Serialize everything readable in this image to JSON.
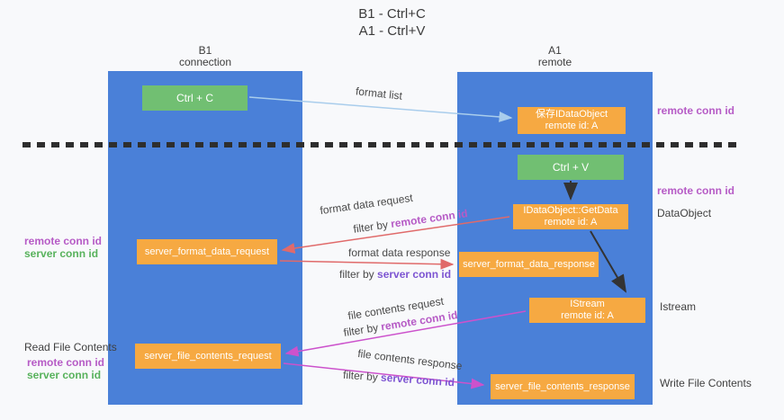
{
  "title": {
    "line1": "B1 - Ctrl+C",
    "line2": "A1 - Ctrl+V"
  },
  "lifelines": {
    "left": {
      "name": "B1",
      "role": "connection"
    },
    "right": {
      "name": "A1",
      "role": "remote"
    }
  },
  "nodes": {
    "ctrl_c": "Ctrl + C",
    "ctrl_v": "Ctrl + V",
    "save_dataobject": {
      "line1": "保存IDataObject",
      "line2": "remote id: A"
    },
    "getdata": {
      "line1": "IDataObject::GetData",
      "line2": "remote id: A"
    },
    "istream": {
      "line1": "IStream",
      "line2": "remote id: A"
    },
    "format_request": "server_format_data_request",
    "format_response": "server_format_data_response",
    "file_request": "server_file_contents_request",
    "file_response": "server_file_contents_response"
  },
  "arrow_labels": {
    "format_list": "format list",
    "format_data_request": "format data request",
    "format_data_response": "format data response",
    "file_contents_request": "file contents request",
    "file_contents_response": "file contents response",
    "filter_by": "filter by"
  },
  "terms": {
    "remote_conn_id": "remote conn id",
    "server_conn_id": "server conn id"
  },
  "margin_labels": {
    "read_file_contents": "Read File Contents",
    "dataobject": "DataObject",
    "istream": "Istream",
    "write_file_contents": "Write File Contents"
  },
  "colors": {
    "lifeline_blue": "#4a80d8",
    "box_green": "#71bf72",
    "box_orange": "#f6a942",
    "arrow_blue": "#a9cdec",
    "arrow_red": "#e06a6a",
    "arrow_magenta": "#cc52cc",
    "arrow_black": "#333333",
    "remote_conn_id_color": "#b65bc6",
    "server_conn_id_purple": "#7d55d2",
    "server_conn_id_green": "#58b25c",
    "background": "#f8f9fb"
  }
}
